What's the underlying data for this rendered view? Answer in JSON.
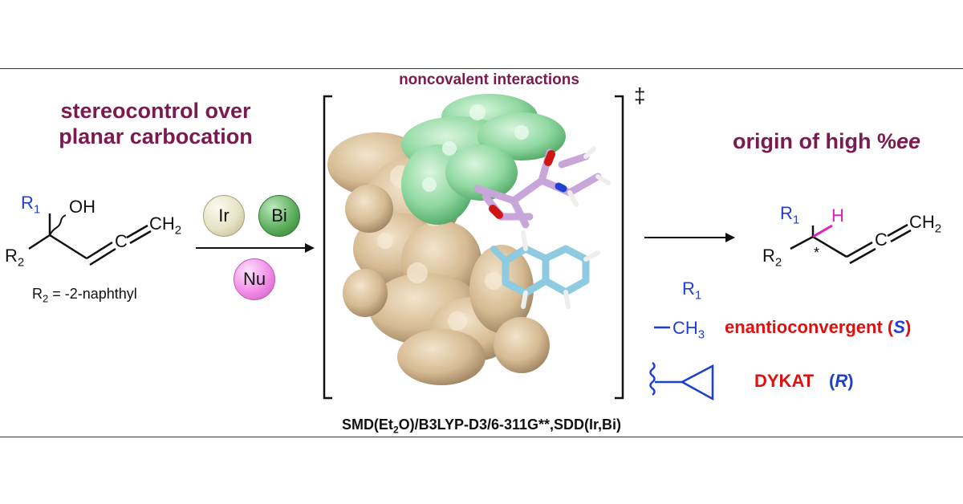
{
  "left": {
    "heading_line1": "stereocontrol over",
    "heading_line2": "planar carbocation",
    "r1": "R",
    "r1_sub": "1",
    "oh": "OH",
    "r2": "R",
    "r2_sub": "2",
    "allene_c": "C",
    "allene_ch2": "CH",
    "allene_ch2_sub": "2",
    "r2_def_r": "R",
    "r2_def_sub": "2",
    "r2_def_rest": " = -2-naphthyl"
  },
  "catalysts": {
    "ir": "Ir",
    "bi": "Bi",
    "nu": "Nu"
  },
  "center": {
    "title": "noncovalent interactions",
    "dagger": "‡",
    "method_prefix": "SMD(Et",
    "method_sub": "2",
    "method_suffix": "O)/B3LYP-D3/6-311G**,SDD(Ir,Bi)"
  },
  "right": {
    "heading_part1": "origin of high %",
    "heading_italic": "ee",
    "r1": "R",
    "r1_sub": "1",
    "h": "H",
    "r2": "R",
    "r2_sub": "2",
    "star": "*",
    "allene_c": "C",
    "allene_ch2": "CH",
    "allene_ch2_sub": "2",
    "label_r1": "R",
    "label_r1_sub": "1",
    "methyl_ch": "CH",
    "methyl_sub": "3",
    "enantio_text": "enantioconvergent (",
    "enantio_conf": "S",
    "enantio_close": ")",
    "dykat_text": "DYKAT",
    "dykat_open": "(",
    "dykat_conf": "R",
    "dykat_close": ")"
  },
  "colors": {
    "heading": "#7a1a4f",
    "r1_blue": "#1f3fd1",
    "h_magenta": "#e020c0",
    "red": "#e01010",
    "ir_ball": "#e6e2c4",
    "bi_ball": "#4f9e4f",
    "nu_ball": "#f28ce8",
    "surface_tan": "#d6bb93",
    "surface_green": "#8fd8a0"
  }
}
